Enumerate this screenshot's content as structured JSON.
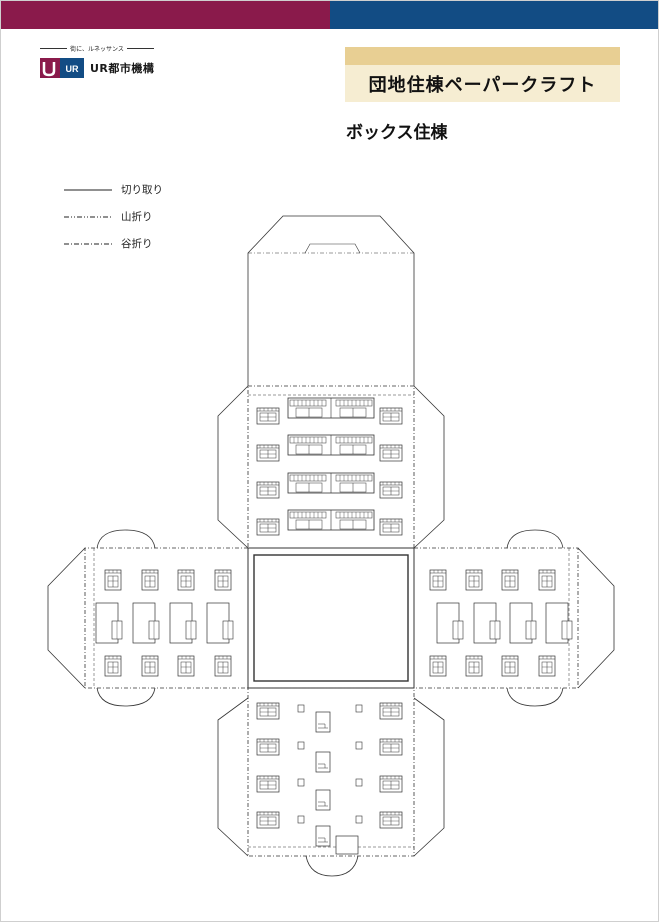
{
  "header": {
    "tagline": "街に、ルネッサンス",
    "logo_mark": "UR",
    "logo_text": "UR都市機構",
    "title": "団地住棟ペーパークラフト",
    "subtitle": "ボックス住棟"
  },
  "legend": [
    {
      "label": "切り取り",
      "line": "solid"
    },
    {
      "label": "山折り",
      "line": "dash-dot-dot"
    },
    {
      "label": "谷折り",
      "line": "dash-dot"
    }
  ],
  "colors": {
    "bar_left": "#8a1a4b",
    "bar_right": "#124c84",
    "title_accent": "#e8cf93",
    "title_bg": "#f6edd2"
  }
}
